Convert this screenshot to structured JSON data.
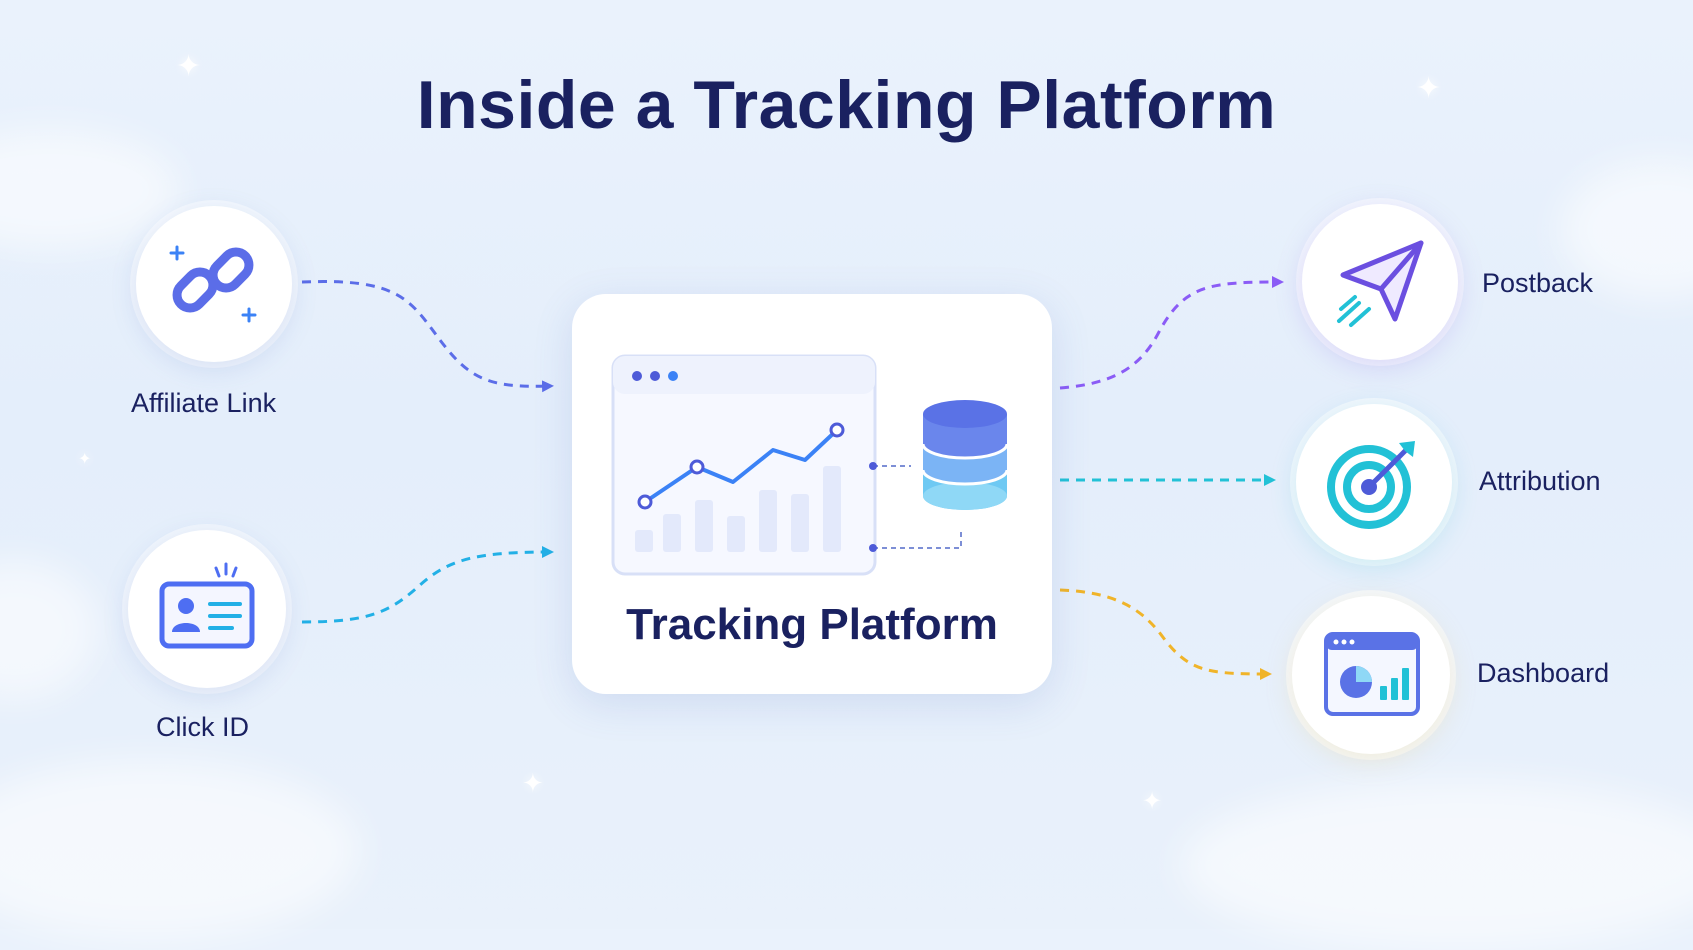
{
  "title": "Inside a Tracking Platform",
  "center": {
    "label": "Tracking Platform"
  },
  "inputs": [
    {
      "label": "Affiliate Link",
      "icon": "link-icon",
      "color": "#5b6de8"
    },
    {
      "label": "Click ID",
      "icon": "id-card-icon",
      "color": "#3b82f6"
    }
  ],
  "outputs": [
    {
      "label": "Postback",
      "icon": "paper-plane-icon",
      "color": "#8b5cf6"
    },
    {
      "label": "Attribution",
      "icon": "target-icon",
      "color": "#22c1d6"
    },
    {
      "label": "Dashboard",
      "icon": "dashboard-icon",
      "color": "#f0b429"
    }
  ]
}
